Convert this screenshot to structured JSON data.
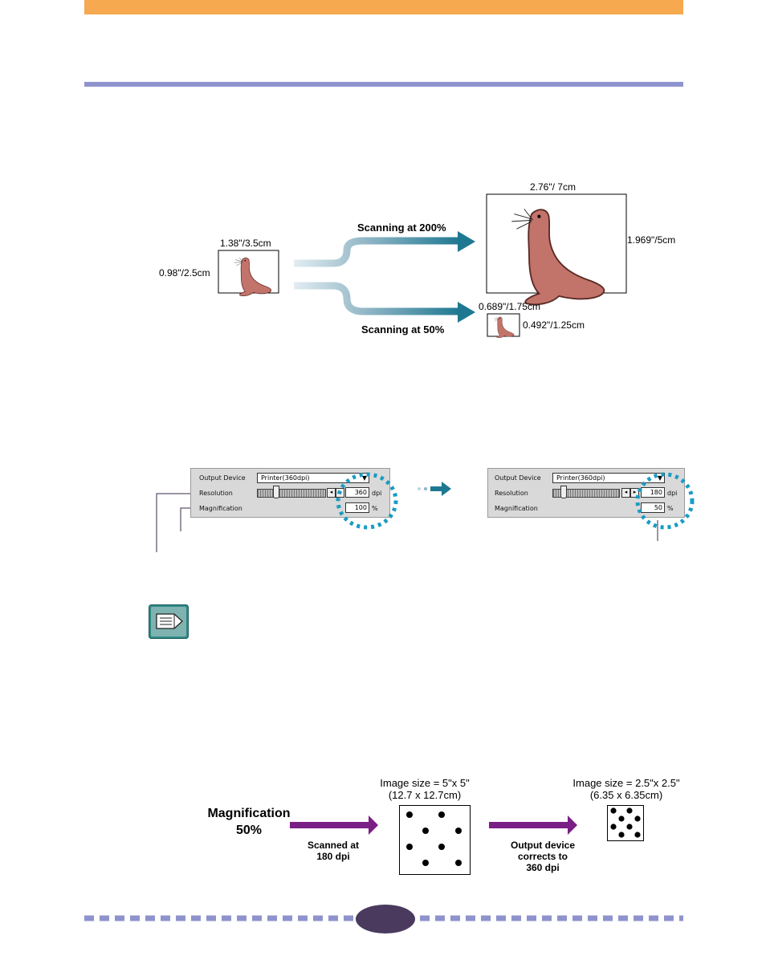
{
  "header": {
    "accent_color": "#f6a94f",
    "rule_color": "#8f93cd"
  },
  "figure1": {
    "original": {
      "width_label": "1.38\"/3.5cm",
      "height_label": "0.98\"/2.5cm"
    },
    "enlarged": {
      "caption": "Scanning at 200%",
      "width_label": "2.76\"/ 7cm",
      "height_label": "1.969\"/5cm"
    },
    "reduced": {
      "caption": "Scanning at 50%",
      "width_label": "0.689\"/1.75cm",
      "height_label": "0.492\"/1.25cm"
    },
    "image_subject": "sea-lion",
    "arrow_color": "#1f7891"
  },
  "settings_before": {
    "output_device_label": "Output Device",
    "output_device_value": "Printer(360dpi)",
    "resolution_label": "Resolution",
    "resolution_value": "360",
    "resolution_unit": "dpi",
    "magnification_label": "Magnification",
    "magnification_value": "100",
    "magnification_unit": "%"
  },
  "settings_after": {
    "output_device_label": "Output Device",
    "output_device_value": "Printer(360dpi)",
    "resolution_label": "Resolution",
    "resolution_value": "180",
    "resolution_unit": "dpi",
    "magnification_label": "Magnification",
    "magnification_value": "50",
    "magnification_unit": "%"
  },
  "note_icon": "note-pencil-icon",
  "figure2": {
    "magnification_label": "Magnification",
    "magnification_value": "50%",
    "scanned_label_1": "Scanned at",
    "scanned_label_2": "180 dpi",
    "image1_size_1": "Image size = 5\"x 5\"",
    "image1_size_2": "(12.7 x 12.7cm)",
    "output_label_1": "Output device",
    "output_label_2": "corrects to",
    "output_label_3": "360 dpi",
    "image2_size_1": "Image size = 2.5\"x 2.5\"",
    "image2_size_2": "(6.35 x 6.35cm)",
    "arrow_color": "#7a1f86"
  },
  "footer": {
    "dash_color": "#8f93cd",
    "badge_color": "#4a3a5e"
  }
}
